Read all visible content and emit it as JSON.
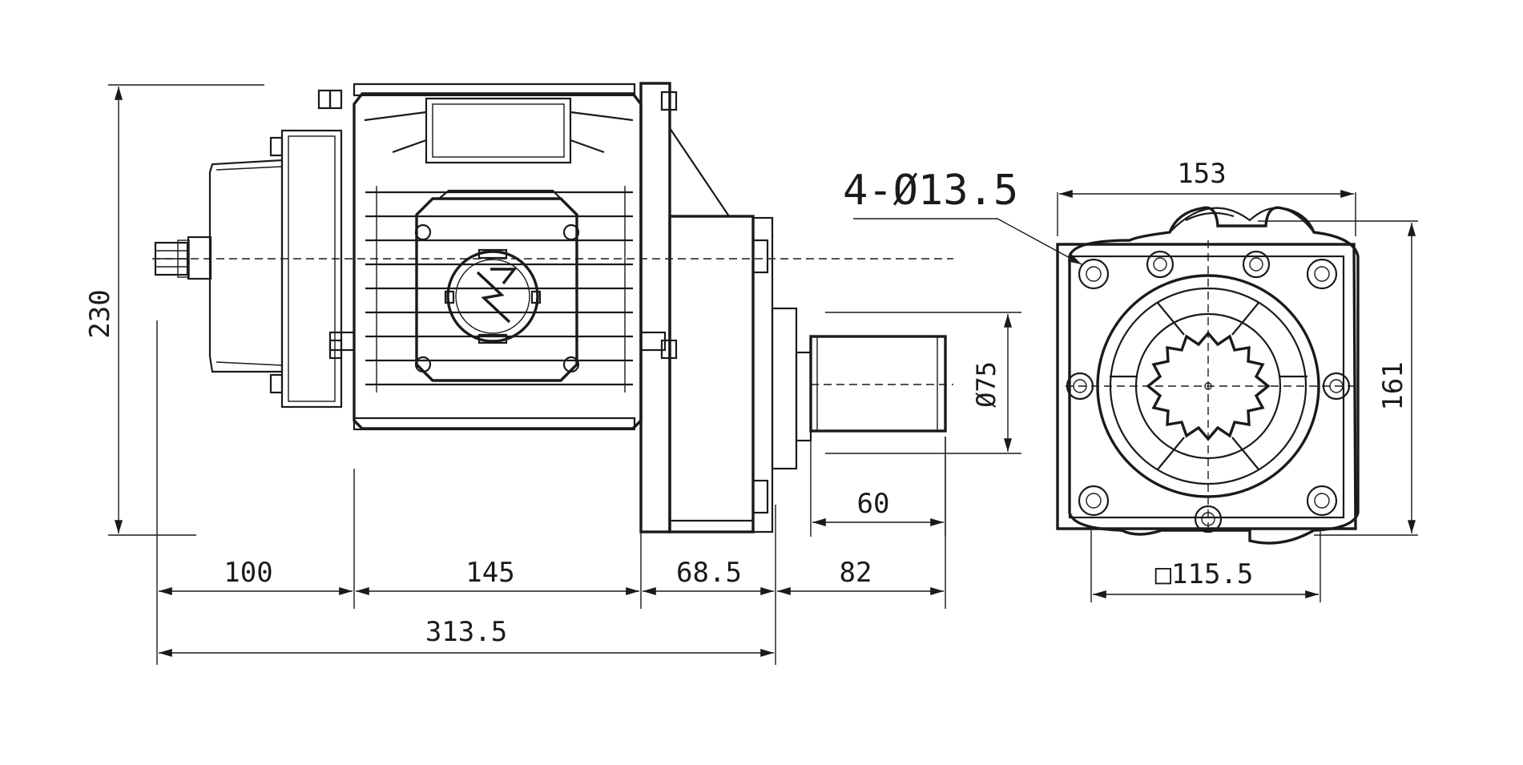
{
  "dimensions": {
    "height_overall": "230",
    "motor_cover": "100",
    "motor_body": "145",
    "gearbox": "68.5",
    "shaft_length": "82",
    "spline_length": "60",
    "total_length": "313.5",
    "shaft_diameter": "Ø75",
    "hole_spec": "4-Ø13.5",
    "flange_width": "153",
    "flange_height": "161",
    "bolt_square": "□115.5"
  },
  "colors": {
    "ink": "#1a1a1a",
    "paper": "#ffffff"
  },
  "icons": {
    "logo": "lightning-logo-icon"
  }
}
